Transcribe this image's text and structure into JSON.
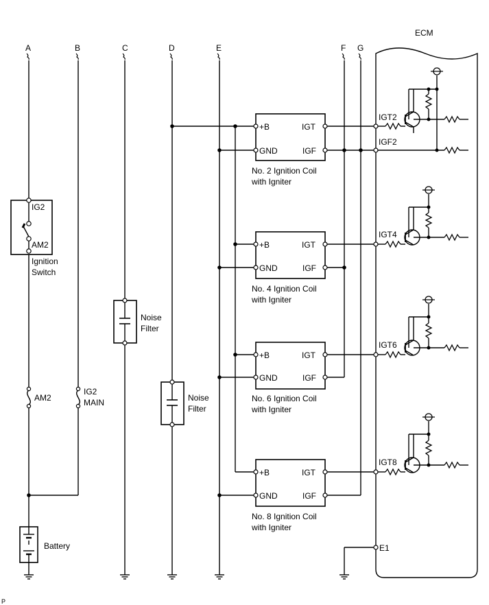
{
  "wire_letters": {
    "a": "A",
    "b": "B",
    "c": "C",
    "d": "D",
    "e": "E",
    "f": "F",
    "g": "G"
  },
  "ecm": {
    "label": "ECM",
    "ground_pin": "E1"
  },
  "ignition_switch": {
    "top_pin": "IG2",
    "bottom_pin": "AM2",
    "name_line1": "Ignition",
    "name_line2": "Switch"
  },
  "fuses": {
    "am2": "AM2",
    "ig2_line1": "IG2",
    "ig2_line2": "MAIN"
  },
  "battery": {
    "label": "Battery"
  },
  "noise_filters": [
    {
      "line1": "Noise",
      "line2": "Filter"
    },
    {
      "line1": "Noise",
      "line2": "Filter"
    }
  ],
  "coils": [
    {
      "pin_b": "+B",
      "pin_gnd": "GND",
      "pin_igt": "IGT",
      "pin_igf": "IGF",
      "name_line1": "No. 2 Ignition Coil",
      "name_line2": "with Igniter",
      "ecm_igt": "IGT2",
      "ecm_igf": "IGF2"
    },
    {
      "pin_b": "+B",
      "pin_gnd": "GND",
      "pin_igt": "IGT",
      "pin_igf": "IGF",
      "name_line1": "No. 4 Ignition Coil",
      "name_line2": "with Igniter",
      "ecm_igt": "IGT4"
    },
    {
      "pin_b": "+B",
      "pin_gnd": "GND",
      "pin_igt": "IGT",
      "pin_igf": "IGF",
      "name_line1": "No. 6 Ignition Coil",
      "name_line2": "with Igniter",
      "ecm_igt": "IGT6"
    },
    {
      "pin_b": "+B",
      "pin_gnd": "GND",
      "pin_igt": "IGT",
      "pin_igf": "IGF",
      "name_line1": "No. 8 Ignition Coil",
      "name_line2": "with Igniter",
      "ecm_igt": "IGT8"
    }
  ],
  "footer_mark": "P"
}
